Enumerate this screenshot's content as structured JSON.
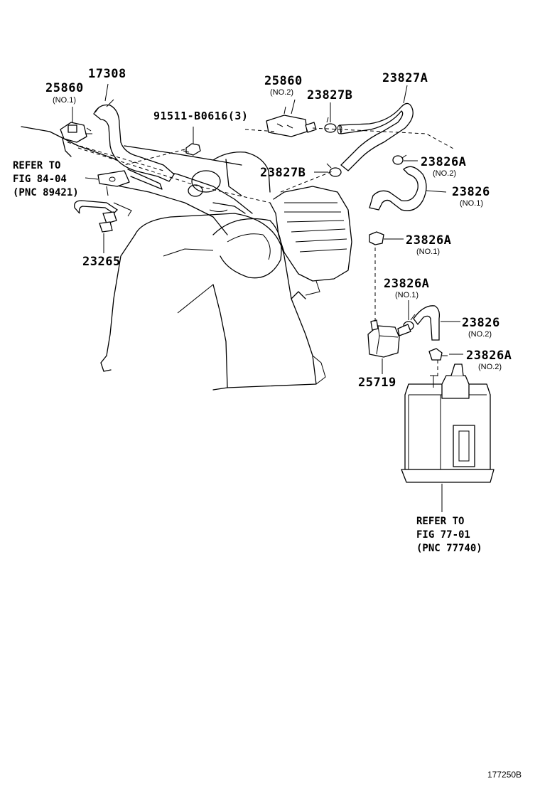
{
  "labels": {
    "p17308": "17308",
    "p25860_no1": "25860",
    "p25860_no1_sub": "(NO.1)",
    "p91511": "91511-B0616(3)",
    "p25860_no2": "25860",
    "p25860_no2_sub": "(NO.2)",
    "p23827b_top": "23827B",
    "p23827a": "23827A",
    "p23826a_no2_top": "23826A",
    "p23826a_no2_top_sub": "(NO.2)",
    "p23827b_mid": "23827B",
    "p23826_no1": "23826",
    "p23826_no1_sub": "(NO.1)",
    "p23826a_no1_mid": "23826A",
    "p23826a_no1_mid_sub": "(NO.1)",
    "p23265": "23265",
    "p23826a_no1_low": "23826A",
    "p23826a_no1_low_sub": "(NO.1)",
    "p23826_no2": "23826",
    "p23826_no2_sub": "(NO.2)",
    "p23826a_no2_low": "23826A",
    "p23826a_no2_low_sub": "(NO.2)",
    "p25719": "25719"
  },
  "references": {
    "left": [
      "REFER TO",
      "FIG 84-04",
      "(PNC 89421)"
    ],
    "bottom": [
      "REFER TO",
      "FIG 77-01",
      "(PNC 77740)"
    ]
  },
  "figure_code": "177250B"
}
